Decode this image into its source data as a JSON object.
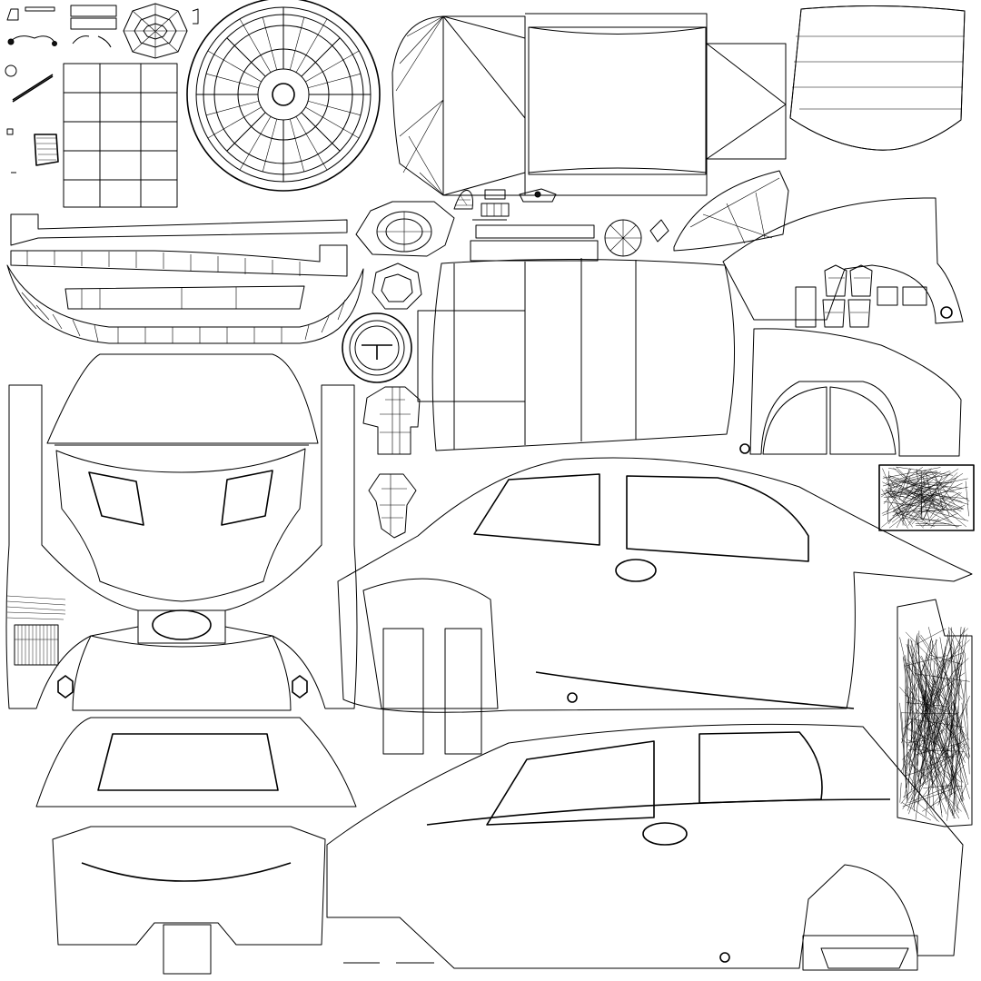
{
  "image": {
    "kind": "uv-wireframe-texture-layout",
    "background_color": "#ffffff",
    "line_color": "#000000",
    "has_text": false
  },
  "islands": [
    "wheel-rim",
    "small-wheel-hub",
    "spare-wheel",
    "roof-panel",
    "hood-panel",
    "windshield-glass",
    "rear-glass",
    "front-bumper",
    "rear-bumper",
    "side-body-left",
    "side-body-right",
    "rear-fender-arches",
    "front-fender",
    "door-sill-strips",
    "trim-arc",
    "headlight",
    "seat-pieces",
    "driver-figure",
    "interior-dense-cluster"
  ]
}
